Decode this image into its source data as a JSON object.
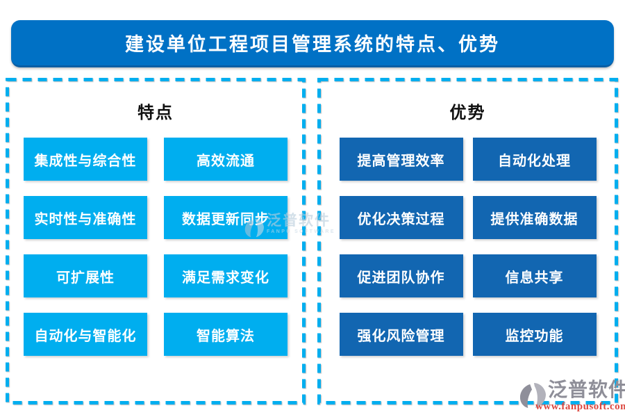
{
  "title": "建设单位工程项目管理系统的特点、优势",
  "panels": {
    "features": {
      "heading": "特点",
      "items": [
        "集成性与综合性",
        "高效流通",
        "实时性与准确性",
        "数据更新同步",
        "可扩展性",
        "满足需求变化",
        "自动化与智能化",
        "智能算法"
      ]
    },
    "advantages": {
      "heading": "优势",
      "items": [
        "提高管理效率",
        "自动化处理",
        "优化决策过程",
        "提供准确数据",
        "促进团队协作",
        "信息共享",
        "强化风险管理",
        "监控功能"
      ]
    }
  },
  "watermark": {
    "brand": "泛普软件",
    "brand_en": "FANPU SOFTWARE"
  },
  "footer_logo": {
    "brand": "泛普软件",
    "website": "www.fanpusoft.com"
  },
  "colors": {
    "title_bar": "#0071C5",
    "feature_box": "#00AEEF",
    "advantage_box": "#1266B1",
    "panel_border": "#00AEEF",
    "heading_text": "#101010",
    "footer_brand": "#8E8E98",
    "footer_website": "#DC4840"
  }
}
